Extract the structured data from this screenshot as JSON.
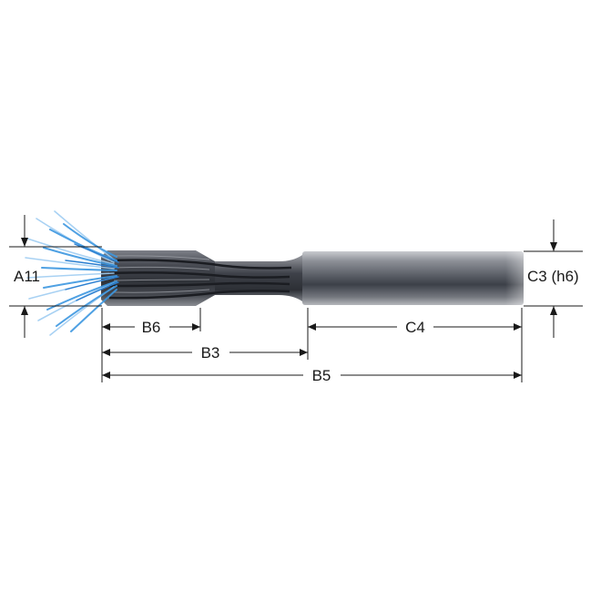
{
  "diagram": {
    "subject": "reamer-tool",
    "colors": {
      "coolant": "#3d97e0",
      "coolant_light": "#9fcdf2",
      "steel_dark": "#3a3d44",
      "steel_light": "#d7d9dd",
      "dimension_line": "#1a1a1a"
    },
    "dimensions": {
      "a11": "A11",
      "c3": "C3 (h6)",
      "b6": "B6",
      "b3": "B3",
      "b5": "B5",
      "c4": "C4"
    }
  }
}
